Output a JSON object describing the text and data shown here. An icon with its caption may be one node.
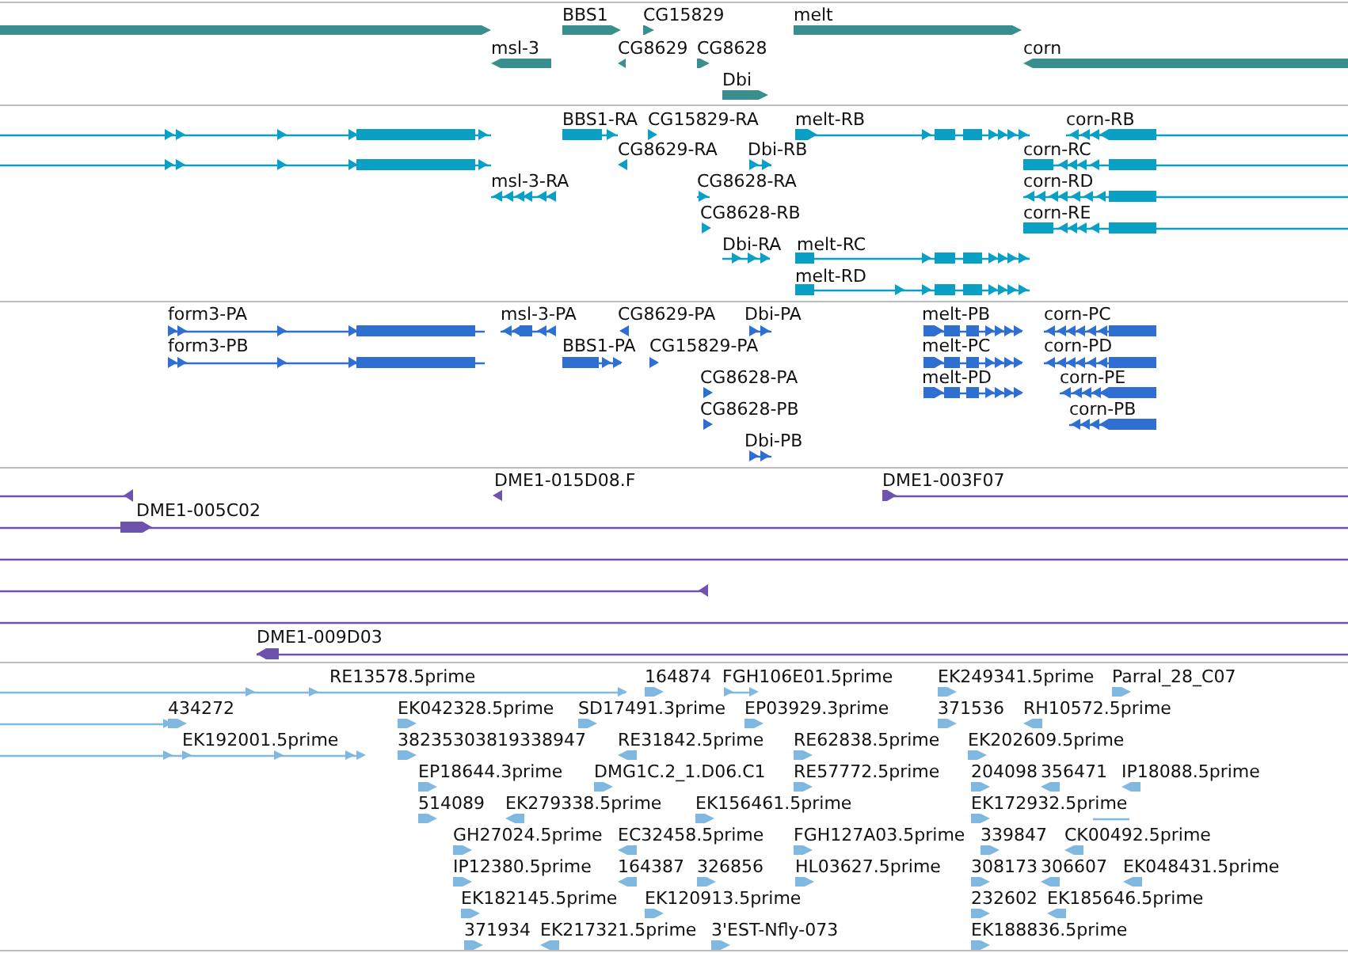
{
  "diagram": {
    "labels": [
      "BBS1",
      "CG15829",
      "melt",
      "msl-3",
      "CG8629",
      "CG8628",
      "corn",
      "Dbi",
      "BBS1-RA",
      "CG15829-RA",
      "melt-RB",
      "corn-RB",
      "CG8629-RA",
      "Dbi-RB",
      "corn-RC",
      "msl-3-RA",
      "CG8628-RA",
      "corn-RD",
      "CG8628-RB",
      "corn-RE",
      "Dbi-RA",
      "melt-RC",
      "melt-RD",
      "form3-PA",
      "msl-3-PA",
      "CG8629-PA",
      "Dbi-PA",
      "melt-PB",
      "corn-PC",
      "form3-PB",
      "BBS1-PA",
      "CG15829-PA",
      "melt-PC",
      "corn-PD",
      "CG8628-PA",
      "melt-PD",
      "corn-PE",
      "CG8628-PB",
      "corn-PB",
      "Dbi-PB",
      "DME1-015D08.F",
      "DME1-003F07",
      "DME1-005C02",
      "DME1-009D03",
      "RE13578.5prime",
      "164874",
      "FGH106E01.5prime",
      "EK249341.5prime",
      "Parral_28_C07",
      "434272",
      "EK042328.5prime",
      "SD17491.3prime",
      "EP03929.3prime",
      "371536",
      "RH10572.5prime",
      "EK192001.5prime",
      "38235303819338947",
      "RE31842.5prime",
      "RE62838.5prime",
      "EK202609.5prime",
      "EP18644.3prime",
      "DMG1C.2_1.D06.C1",
      "RE57772.5prime",
      "204098",
      "356471",
      "IP18088.5prime",
      "514089",
      "EK279338.5prime",
      "EK156461.5prime",
      "EK172932.5prime",
      "GH27024.5prime",
      "EC32458.5prime",
      "FGH127A03.5prime",
      "339847",
      "CK00492.5prime",
      "IP12380.5prime",
      "164387",
      "326856",
      "HL03627.5prime",
      "308173",
      "306607",
      "EK048431.5prime",
      "EK182145.5prime",
      "EK120913.5prime",
      "232602",
      "EK185646.5prime",
      "371934",
      "EK217321.5prime",
      "3'EST-Nfly-073",
      "EK188836.5prime"
    ]
  }
}
